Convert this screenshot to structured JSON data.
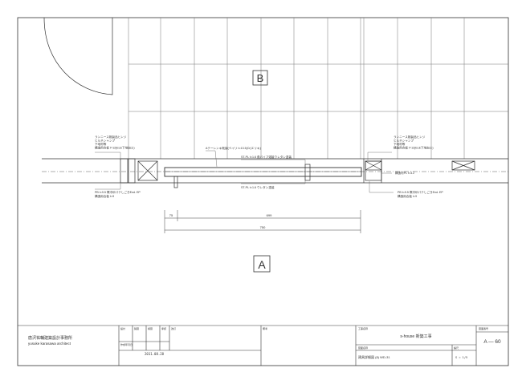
{
  "drawing": {
    "room_label_top": "B",
    "room_label_bottom": "A",
    "notes": {
      "left_upper": [
        "ランニース既製品ヒンジ",
        "ヒルネシャンプ゚",
        "下地材等",
        "構造用合板 t=12(ELE下地加工)"
      ],
      "left_lower": [
        "PB t=9.5 寒冷紗パテしごきEnd. EP",
        "構造用合板 t=9"
      ],
      "center_top_1": "Aテーレンキ既製(ベイリ t=13.5(Cr)エリキ)",
      "center_top_2": "ST-PL t=1.6 角パイプ溶接ウレタン塗装",
      "center_bottom": "ST-PL t=1.6 ウレタン塗装",
      "right_upper": [
        "ランニース既製品ヒンジ",
        "ヒルネシャンプ゚",
        "下地材等",
        "構造用合板 t=12(ELE下地加工)"
      ],
      "right_mid": "構造材PL t=3.2",
      "right_lower": [
        "PB t=9.5 寒冷紗パテしごきEnd. EP",
        "構造用合板 t=9"
      ]
    },
    "dimensions": {
      "small_left": "75",
      "inner_span": "699",
      "overall_span": "750"
    }
  },
  "title_block": {
    "office_name": "唐沢祐輔建築設計事務所",
    "office_name_en": "yusuke karasawa architect",
    "date_label": "作成年月日",
    "date": "2011.08.28",
    "project_label": "工事名称",
    "project_name": "s-house 新築工事",
    "drawing_label": "図面名称",
    "drawing_name": "建具詳細図 (8) WD-31",
    "scale_label": "縮尺",
    "scale": "S = 1/5",
    "number_label": "図面番号",
    "sheet_number": "A — 60",
    "col_labels": [
      "設計",
      "製図",
      "検図",
      "承認",
      "改訂",
      "備考"
    ]
  }
}
